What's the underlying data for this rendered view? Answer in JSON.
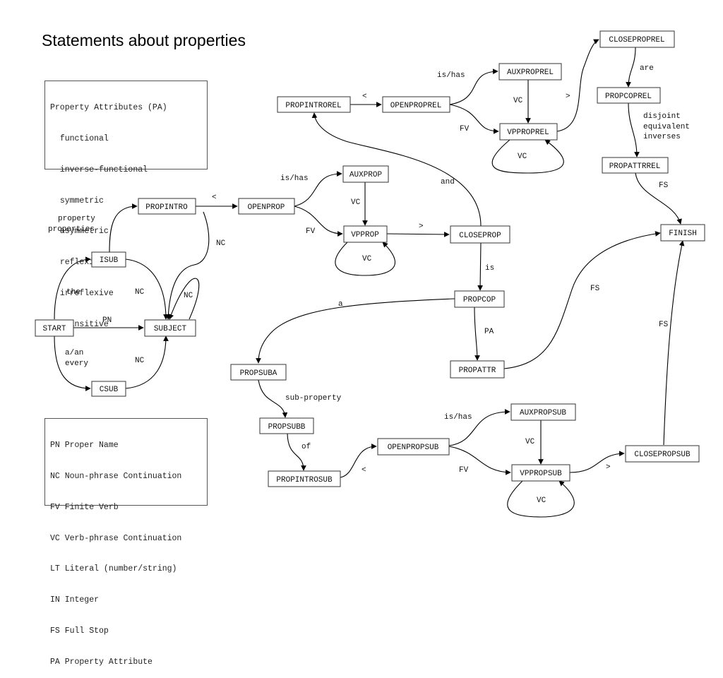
{
  "title": "Statements about properties",
  "attributes_box": {
    "heading": "Property Attributes (PA)",
    "items": [
      "functional",
      "inverse-functional",
      "symmetric",
      "asymmetric",
      "reflexive",
      "irreflexive",
      "transitive"
    ]
  },
  "abbreviations_box": {
    "items": [
      "PN Proper Name",
      "NC Noun-phrase Continuation",
      "FV Finite Verb",
      "VC Verb-phrase Continuation",
      "LT Literal (number/string)",
      "IN Integer",
      "FS Full Stop",
      "PA Property Attribute"
    ]
  },
  "nodes": {
    "start": "START",
    "isub": "ISUB",
    "csub": "CSUB",
    "subject": "SUBJECT",
    "propintro": "PROPINTRO",
    "openprop": "OPENPROP",
    "auxprop": "AUXPROP",
    "vpprop": "VPPROP",
    "closeprop": "CLOSEPROP",
    "propcop": "PROPCOP",
    "propattr": "PROPATTR",
    "propsuba": "PROPSUBA",
    "propsubb": "PROPSUBB",
    "propintrosub": "PROPINTROSUB",
    "openpropsub": "OPENPROPSUB",
    "auxpropsub": "AUXPROPSUB",
    "vppropsub": "VPPROPSUB",
    "closepropsub": "CLOSEPROPSUB",
    "finish": "FINISH",
    "propintrorel": "PROPINTROREL",
    "openproprel": "OPENPROPREL",
    "auxproprel": "AUXPROPREL",
    "vpproprel": "VPPROPREL",
    "closeproprel": "CLOSEPROPREL",
    "propcoprel": "PROPCOPREL",
    "propattrrel": "PROPATTRREL"
  },
  "edge_labels": {
    "start_isub": "the",
    "start_subject": "PN",
    "start_csub_1": "a/an",
    "start_csub_2": "every",
    "isub_propintro_1": "property",
    "isub_propintro_2": "properties",
    "isub_subject": "NC",
    "csub_subject": "NC",
    "subject_loop": "NC",
    "propintro_subject": "NC",
    "propintro_openprop": "<",
    "openprop_auxprop": "is/has",
    "openprop_vpprop": "FV",
    "auxprop_vpprop": "VC",
    "vpprop_loop": "VC",
    "vpprop_closeprop": ">",
    "closeprop_propintrorel": "and",
    "closeprop_propcop": "is",
    "propcop_propsuba": "a",
    "propcop_propattr": "PA",
    "propattr_finish": "FS",
    "propsuba_propsubb": "sub-property",
    "propsubb_propintrosub": "of",
    "propintrosub_openpropsub": "<",
    "openpropsub_auxpropsub": "is/has",
    "openpropsub_vppropsub": "FV",
    "auxpropsub_vppropsub": "VC",
    "vppropsub_loop": "VC",
    "vppropsub_closepropsub": ">",
    "closepropsub_finish": "FS",
    "propintrorel_openproprel": "<",
    "openproprel_auxproprel": "is/has",
    "openproprel_vpproprel": "FV",
    "auxproprel_vpproprel": "VC",
    "vpproprel_loop": "VC",
    "vpproprel_closeproprel": ">",
    "closeproprel_propcoprel": "are",
    "propcoprel_propattrrel_1": "disjoint",
    "propcoprel_propattrrel_2": "equivalent",
    "propcoprel_propattrrel_3": "inverses",
    "propattrrel_finish": "FS"
  }
}
